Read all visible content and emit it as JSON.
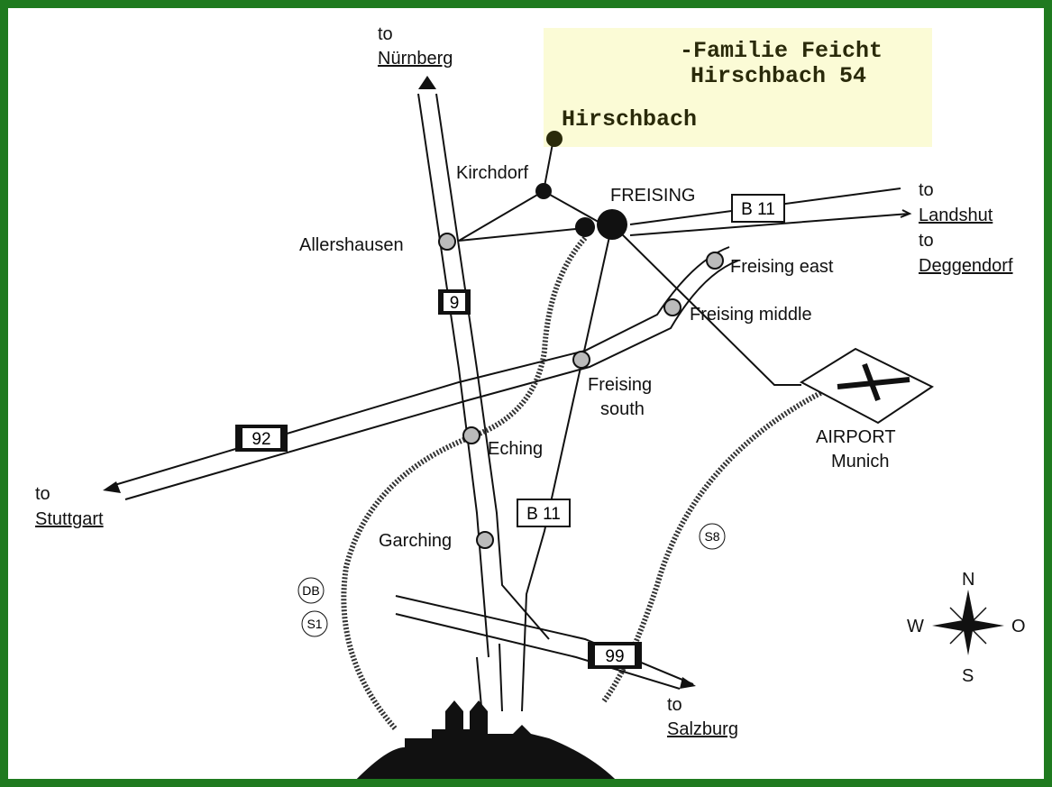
{
  "address": {
    "line1": "-Familie Feicht",
    "line2": "Hirschbach 54",
    "place": "Hirschbach"
  },
  "towns": {
    "kirchdorf": "Kirchdorf",
    "freising": "FREISING",
    "allershausen": "Allershausen",
    "freising_east": "Freising east",
    "freising_middle": "Freising middle",
    "freising_south_1": "Freising",
    "freising_south_2": "south",
    "eching": "Eching",
    "garching": "Garching",
    "airport_1": "AIRPORT",
    "airport_2": "Munich"
  },
  "directions": {
    "to": "to",
    "nurnberg": "Nürnberg",
    "landshut": "Landshut",
    "deggendorf": "Deggendorf",
    "stuttgart": "Stuttgart",
    "salzburg": "Salzburg"
  },
  "road_shields": {
    "a9": "9",
    "a92": "92",
    "a99": "99",
    "b11_north": "B 11",
    "b11_south": "B 11"
  },
  "rail": {
    "s8": "S8",
    "db": "DB",
    "s1": "S1"
  },
  "compass": {
    "n": "N",
    "s": "S",
    "w": "W",
    "o": "O"
  },
  "colors": {
    "border": "#1f7a1f",
    "address_bg": "#fbfbd6"
  }
}
